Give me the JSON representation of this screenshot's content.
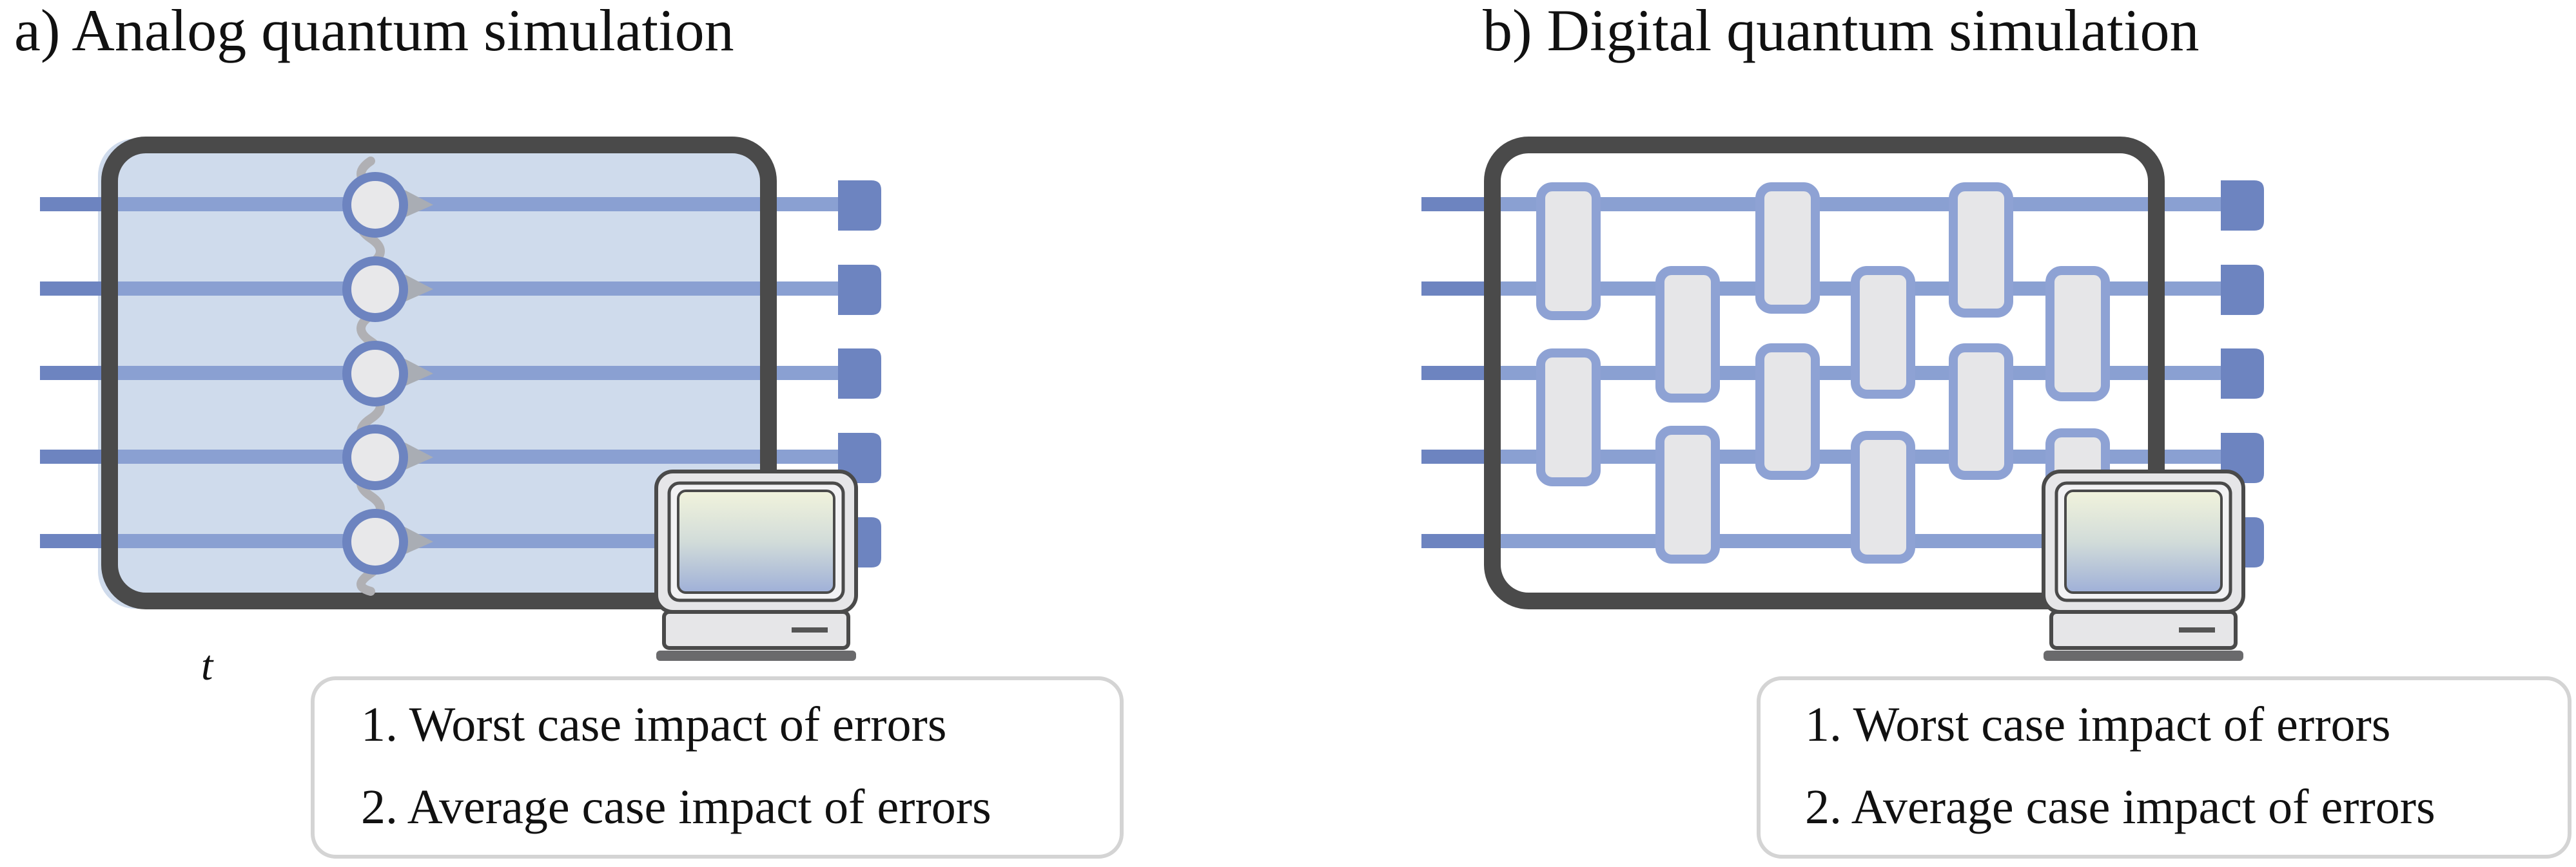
{
  "panels": {
    "analog": {
      "title": "a) Analog quantum simulation",
      "time_label": "t",
      "info": [
        "1. Worst case impact of errors",
        "2. Average case impact of errors"
      ]
    },
    "digital": {
      "title": "b) Digital quantum simulation",
      "info": [
        "1. Worst case impact of errors",
        "2. Average case impact of errors"
      ]
    }
  },
  "colors": {
    "wire": "#8aa0d2",
    "wire_in": "#6d84c0",
    "readout": "#6d84c0",
    "frame": "#4a4a4a",
    "analog_fill": "#cfdbec",
    "gate_fill": "#e6e6e8",
    "gate_stroke": "#8ea2d4",
    "info_border": "#d4d4d4"
  },
  "icons": {
    "computer": "computer-icon",
    "detector": "readout-detector-icon",
    "interaction": "interaction-spring-icon"
  }
}
